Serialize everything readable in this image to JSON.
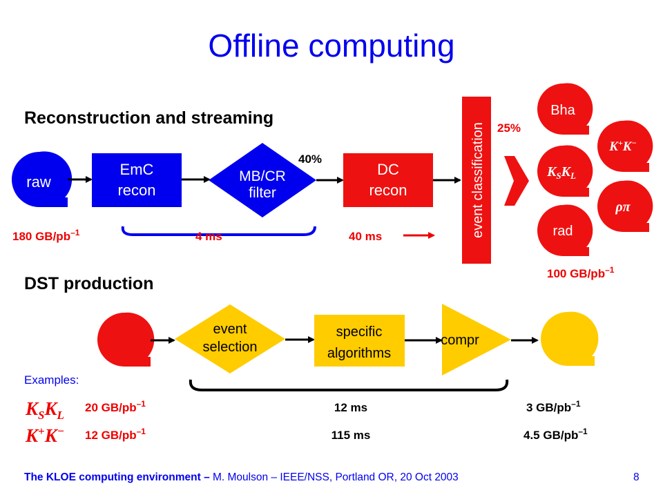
{
  "title": "Offline computing",
  "colors": {
    "title": "#0000ee",
    "box_blue": "#0000ee",
    "red": "#ee1111",
    "yellow": "#ffcc00",
    "lightblue": "#aaaaff",
    "label_red": "#ee0000"
  },
  "reco": {
    "heading": "Reconstruction and streaming",
    "raw": "raw",
    "emc_line1": "EmC",
    "emc_line2": "recon",
    "mbcr_line1": "MB/CR",
    "mbcr_line2": "filter",
    "pct_40": "40%",
    "dc_line1": "DC",
    "dc_line2": "recon",
    "event_classification": "event classification",
    "pct_25": "25%",
    "stream_bha": "Bha",
    "stream_ksl": "KSKL",
    "stream_kk": "K+K−",
    "stream_rad": "rad",
    "stream_rhopi": "ρπ",
    "rate_raw": "180 GB/pb−1",
    "time_4ms": "4 ms",
    "time_40ms": "40 ms",
    "rate_out": "100 GB/pb−1"
  },
  "dst": {
    "heading": "DST production",
    "event_sel_line1": "event",
    "event_sel_line2": "selection",
    "specific_line1": "specific",
    "specific_line2": "algorithms",
    "compr": "compr",
    "examples_label": "Examples:",
    "examples": [
      {
        "name": "KSKL",
        "in": "20 GB/pb−1",
        "time": "12 ms",
        "out": "3 GB/pb−1"
      },
      {
        "name": "K+K−",
        "in": "12 GB/pb−1",
        "time": "115 ms",
        "out": "4.5 GB/pb−1"
      }
    ]
  },
  "footer": {
    "bold_part": "The KLOE computing environment –",
    "rest": " M. Moulson – IEEE/NSS, Portland OR, 20 Oct 2003",
    "page": "8"
  }
}
